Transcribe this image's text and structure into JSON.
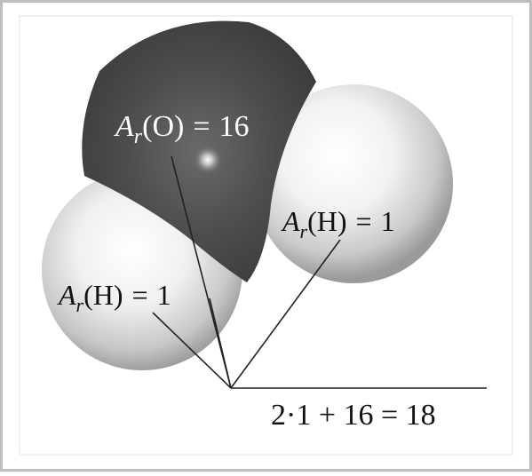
{
  "labels": {
    "oxygen": {
      "symbol": "A",
      "subscript": "r",
      "element": "(O)",
      "equals": "=",
      "value": "16"
    },
    "hydrogen_right": {
      "symbol": "A",
      "subscript": "r",
      "element": "(H)",
      "equals": "=",
      "value": "1"
    },
    "hydrogen_left": {
      "symbol": "A",
      "subscript": "r",
      "element": "(H)",
      "equals": "=",
      "value": "1"
    }
  },
  "formula": "2·1 + 16 = 18",
  "colors": {
    "oxygen": "#4a4a4a",
    "hydrogen": "#d6d6d6",
    "frame": "#bdbdbd",
    "line": "#222222"
  }
}
